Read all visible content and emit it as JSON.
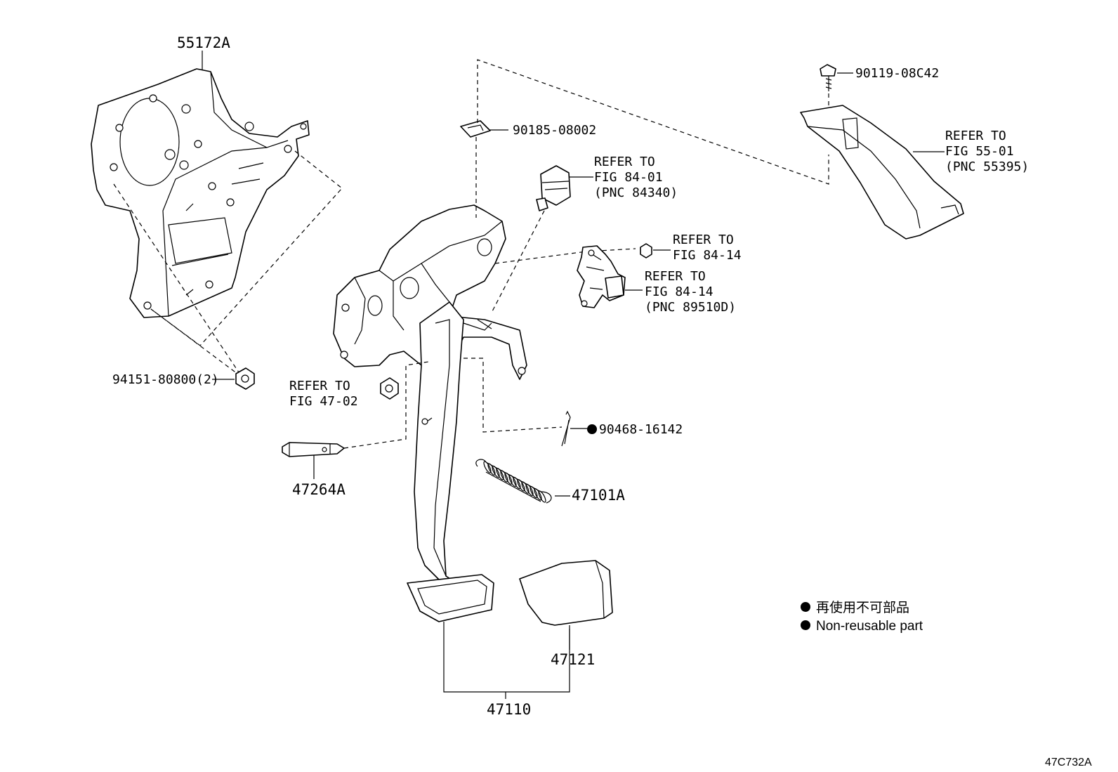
{
  "callouts": {
    "bracket": "55172A",
    "bolt_top": "90119-08C42",
    "clip": "90185-08002",
    "refer_switch": [
      "REFER TO",
      "FIG 84-01",
      "(PNC 84340)"
    ],
    "refer_cover": [
      "REFER TO",
      "FIG 55-01",
      "(PNC 55395)"
    ],
    "refer_nut_84": [
      "REFER TO",
      "FIG 84-14"
    ],
    "refer_sensor": [
      "REFER TO",
      "FIG 84-14",
      "(PNC 89510D)"
    ],
    "nut_left": "94151-80800(2)",
    "refer_nut_47": [
      "REFER TO",
      "FIG 47-02"
    ],
    "cotter_pin": "90468-16142",
    "pin": "47264A",
    "spring": "47101A",
    "pad": "47121",
    "pedal": "47110"
  },
  "legend": {
    "line1": "再使用不可部品",
    "line2": "Non-reusable part"
  },
  "figure_id": "47C732A"
}
